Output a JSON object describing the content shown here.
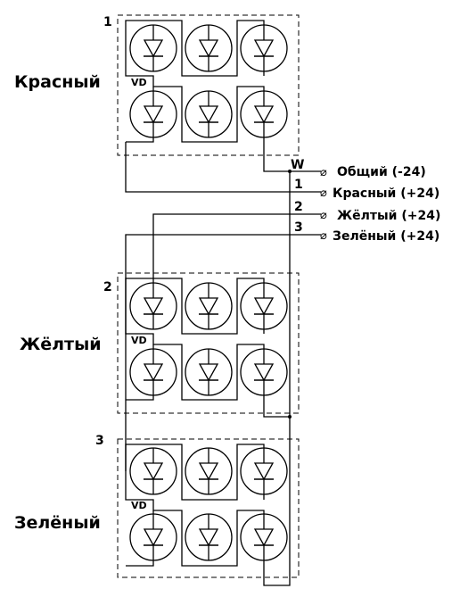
{
  "groups": [
    {
      "number": "1",
      "name": "Красный",
      "vd_label": "VD"
    },
    {
      "number": "2",
      "name": "Жёлтый",
      "vd_label": "VD"
    },
    {
      "number": "3",
      "name": "Зелёный",
      "vd_label": "VD"
    }
  ],
  "connector": {
    "label": "W",
    "terminal_symbol": "⌀",
    "terminals": [
      {
        "pin": "",
        "label": "Общий (-24)"
      },
      {
        "pin": "1",
        "label": "Красный (+24)"
      },
      {
        "pin": "2",
        "label": "Жёлтый (+24)"
      },
      {
        "pin": "3",
        "label": "Зелёный (+24)"
      }
    ]
  }
}
